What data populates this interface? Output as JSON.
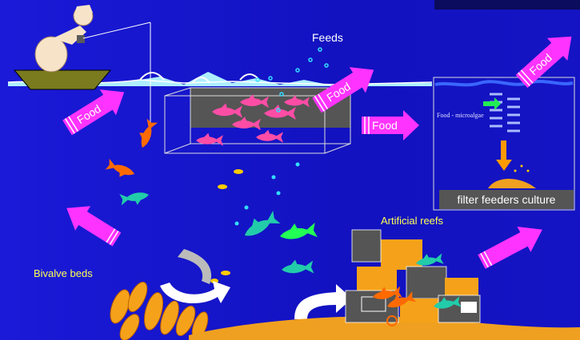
{
  "labels": {
    "feeds": "Feeds",
    "artificial_reefs": "Artificial  reefs",
    "bivalve_beds": "Bivalve beds",
    "filter_feeders_culture": "filter feeders culture",
    "food_microalgae": "Food - microalgae"
  },
  "food_arrows": [
    {
      "id": "food-arrow-boat",
      "text": "Food"
    },
    {
      "id": "food-arrow-cage",
      "text": "Food"
    },
    {
      "id": "food-arrow-right",
      "text": "Food"
    },
    {
      "id": "food-arrow-top-right",
      "text": "Food"
    }
  ],
  "colors": {
    "background": "#1414c8",
    "arrow": "#ff33ff",
    "text_yellow": "#ffff55",
    "fish_pink": "#ff4da6",
    "fish_green": "#22ccaa",
    "fish_orange": "#ff6a00",
    "reef_orange": "#f5a21a",
    "reef_grey": "#555555",
    "water": "#aeefff",
    "sand": "#f0a020"
  }
}
